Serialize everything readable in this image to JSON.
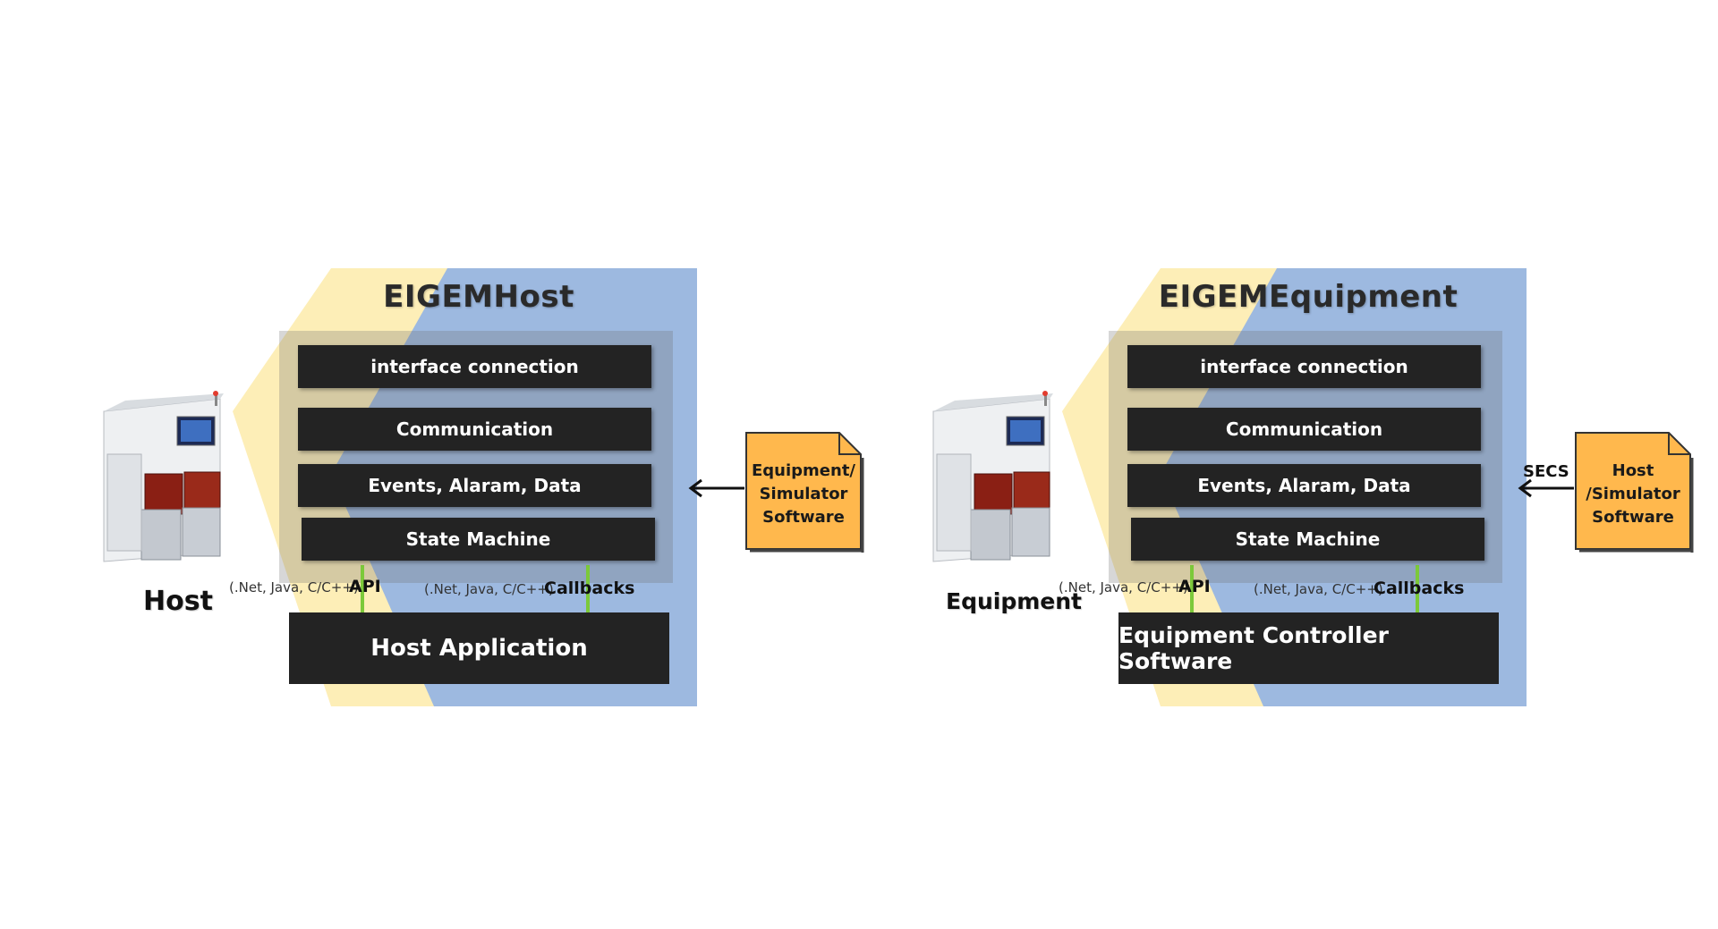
{
  "host": {
    "title": "EIGEMHost",
    "layers": [
      "interface connection",
      "Communication",
      "Events, Alaram, Data",
      "State Machine"
    ],
    "api_lang": "(.Net, Java, C/C++)",
    "api_label": "API",
    "callbacks_lang": "(.Net, Java, C/C++)",
    "callbacks_label": "Callbacks",
    "app": "Host Application",
    "side_label": "Host",
    "note": [
      "Equipment/",
      "Simulator",
      "Software"
    ]
  },
  "equipment": {
    "title": "EIGEMEquipment",
    "layers": [
      "interface connection",
      "Communication",
      "Events, Alaram, Data",
      "State Machine"
    ],
    "api_lang": "(.Net, Java, C/C++)",
    "api_label": "API",
    "callbacks_lang": "(.Net, Java, C/C++)",
    "callbacks_label": "Callbacks",
    "app": "Equipment Controller Software",
    "side_label": "Equipment",
    "secs_label": "SECS",
    "note": [
      "Host",
      "/Simulator",
      "Software"
    ]
  },
  "colors": {
    "yellow": "#fdeeb7",
    "blue": "#9db9e0",
    "box": "#232323",
    "note": "#ffb84d",
    "green": "#7cc93a"
  },
  "icons": {
    "machine": "semiconductor-equipment-icon",
    "note": "document-note-icon",
    "arrow": "left-arrow-icon"
  }
}
